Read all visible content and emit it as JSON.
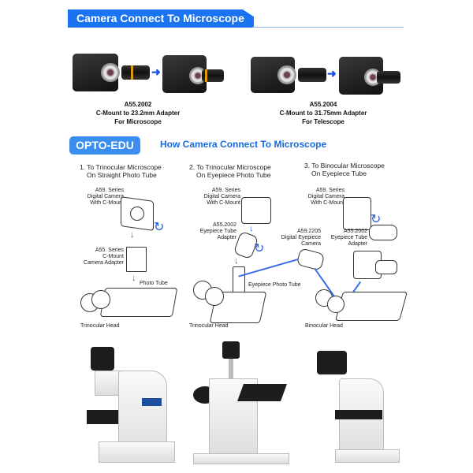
{
  "header": {
    "title": "Camera Connect To Microscope"
  },
  "products": [
    {
      "model": "A55.2002",
      "description": "C-Mount to 23.2mm Adapter",
      "use": "For Microscope"
    },
    {
      "model": "A55.2004",
      "description": "C-Mount to 31.75mm Adapter",
      "use": "For Telescope"
    }
  ],
  "brand": "OPTO-EDU",
  "section_title": "How Camera Connect To Microscope",
  "steps": [
    {
      "title_1": "1. To Trinocular Microscope",
      "title_2": "On Straight Photo Tube",
      "camera_label": [
        "A59. Series",
        "Digital Camera",
        "With C-Mount"
      ],
      "adapter_label": [
        "A55. Series",
        "C-Mount",
        "Camera Adapter"
      ],
      "tube_label": "Photo Tube",
      "head_label": "Trinocular Head"
    },
    {
      "title_1": "2. To Trinocular Microscope",
      "title_2": "On Eyepiece Photo Tube",
      "camera_label": [
        "A59. Series",
        "Digital Camera",
        "With C-Mount"
      ],
      "adapter_label": [
        "A55.2002",
        "Eyepiece Tube",
        "Adapter"
      ],
      "tube_label": "Eyepiece Photo Tube",
      "head_label": "Trinocular Head"
    },
    {
      "title_1": "3. To Binocular Microscope",
      "title_2": "On Eyepiece Tube",
      "camera_label": [
        "A59. Series",
        "Digital Camera",
        "With C-Mount"
      ],
      "adapter_label": [
        "A55.2002",
        "Eyepiece Tube",
        "Adapter"
      ],
      "eyepiece_label": [
        "A59.2205",
        "Digital Eyepiece",
        "Camera"
      ],
      "head_label": "Binocular  Head"
    }
  ],
  "colors": {
    "accent": "#1a73f0",
    "badge": "#3a8ef0",
    "arrow": "#1a50e0"
  }
}
